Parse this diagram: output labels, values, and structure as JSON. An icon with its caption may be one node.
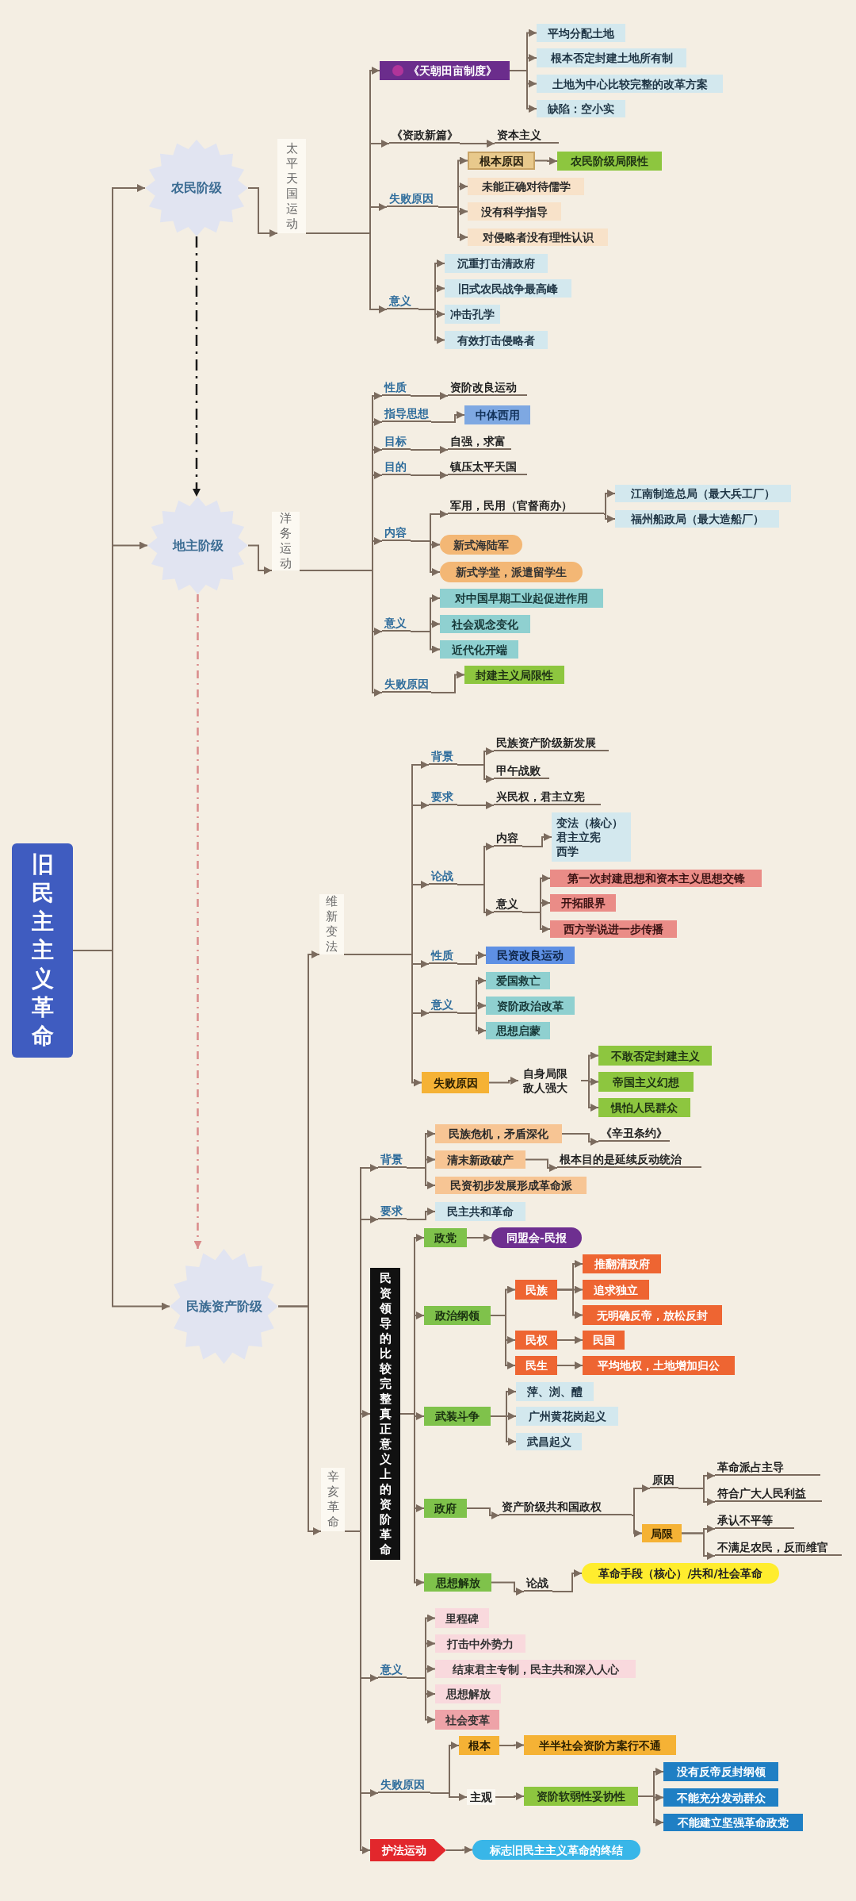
{
  "diagram": {
    "nodes": [
      {
        "text": [
          "旧民主主义革命"
        ]
      },
      {
        "text": [
          "农民阶级"
        ]
      },
      {
        "text": [
          "太平天国运动"
        ]
      },
      {
        "text": [
          "《天朝田亩制度》"
        ]
      },
      {
        "text": [
          "平均分配土地"
        ]
      },
      {
        "text": [
          "根本否定封建土地所有制"
        ]
      },
      {
        "text": [
          "土地为中心比较完整的改革方案"
        ]
      },
      {
        "text": [
          "缺陷：空小实"
        ]
      },
      {
        "text": [
          "《资政新篇》"
        ]
      },
      {
        "text": [
          "资本主义"
        ]
      },
      {
        "text": [
          "失败原因"
        ]
      },
      {
        "text": [
          "根本原因"
        ]
      },
      {
        "text": [
          "农民阶级局限性"
        ]
      },
      {
        "text": [
          "未能正确对待儒学"
        ]
      },
      {
        "text": [
          "没有科学指导"
        ]
      },
      {
        "text": [
          "对侵略者没有理性认识"
        ]
      },
      {
        "text": [
          "意义"
        ]
      },
      {
        "text": [
          "沉重打击清政府"
        ]
      },
      {
        "text": [
          "旧式农民战争最高峰"
        ]
      },
      {
        "text": [
          "冲击孔学"
        ]
      },
      {
        "text": [
          "有效打击侵略者"
        ]
      },
      {
        "text": [
          "地主阶级"
        ]
      },
      {
        "text": [
          "洋务运动"
        ]
      },
      {
        "text": [
          "性质"
        ]
      },
      {
        "text": [
          "资阶改良运动"
        ]
      },
      {
        "text": [
          "指导思想"
        ]
      },
      {
        "text": [
          "中体西用"
        ]
      },
      {
        "text": [
          "目标"
        ]
      },
      {
        "text": [
          "自强，求富"
        ]
      },
      {
        "text": [
          "目的"
        ]
      },
      {
        "text": [
          "镇压太平天国"
        ]
      },
      {
        "text": [
          "内容"
        ]
      },
      {
        "text": [
          "军用，民用（官督商办）"
        ]
      },
      {
        "text": [
          "江南制造总局（最大兵工厂）"
        ]
      },
      {
        "text": [
          "福州船政局（最大造船厂）"
        ]
      },
      {
        "text": [
          "新式海陆军"
        ]
      },
      {
        "text": [
          "新式学堂，派遣留学生"
        ]
      },
      {
        "text": [
          "意义"
        ]
      },
      {
        "text": [
          "对中国早期工业起促进作用"
        ]
      },
      {
        "text": [
          "社会观念变化"
        ]
      },
      {
        "text": [
          "近代化开端"
        ]
      },
      {
        "text": [
          "失败原因"
        ]
      },
      {
        "text": [
          "封建主义局限性"
        ]
      },
      {
        "text": [
          "民族资产阶级"
        ]
      },
      {
        "text": [
          "维新变法"
        ]
      },
      {
        "text": [
          "背景"
        ]
      },
      {
        "text": [
          "民族资产阶级新发展"
        ]
      },
      {
        "text": [
          "甲午战败"
        ]
      },
      {
        "text": [
          "要求"
        ]
      },
      {
        "text": [
          "兴民权，君主立宪"
        ]
      },
      {
        "text": [
          "论战"
        ]
      },
      {
        "text": [
          "内容"
        ]
      },
      {
        "text": [
          "变法（核心）",
          "君主立宪",
          "西学"
        ]
      },
      {
        "text": [
          "意义"
        ]
      },
      {
        "text": [
          "第一次封建思想和资本主义思想交锋"
        ]
      },
      {
        "text": [
          "开拓眼界"
        ]
      },
      {
        "text": [
          "西方学说进一步传播"
        ]
      },
      {
        "text": [
          "性质"
        ]
      },
      {
        "text": [
          "民资改良运动"
        ]
      },
      {
        "text": [
          "意义"
        ]
      },
      {
        "text": [
          "爱国救亡"
        ]
      },
      {
        "text": [
          "资阶政治改革"
        ]
      },
      {
        "text": [
          "思想启蒙"
        ]
      },
      {
        "text": [
          "失败原因"
        ]
      },
      {
        "text": [
          "自身局限",
          "敌人强大"
        ]
      },
      {
        "text": [
          "不敢否定封建主义"
        ]
      },
      {
        "text": [
          "帝国主义幻想"
        ]
      },
      {
        "text": [
          "惧怕人民群众"
        ]
      },
      {
        "text": [
          "辛亥革命"
        ]
      },
      {
        "text": [
          "背景"
        ]
      },
      {
        "text": [
          "民族危机，矛盾深化"
        ]
      },
      {
        "text": [
          "《辛丑条约》"
        ]
      },
      {
        "text": [
          "清末新政破产"
        ]
      },
      {
        "text": [
          "根本目的是延续反动统治"
        ]
      },
      {
        "text": [
          "民资初步发展形成革命派"
        ]
      },
      {
        "text": [
          "要求"
        ]
      },
      {
        "text": [
          "民主共和革命"
        ]
      },
      {
        "text": [
          "民资领导的比较完整真正意义上的资阶革命"
        ]
      },
      {
        "text": [
          "政党"
        ]
      },
      {
        "text": [
          "同盟会-民报"
        ]
      },
      {
        "text": [
          "政治纲领"
        ]
      },
      {
        "text": [
          "民族"
        ]
      },
      {
        "text": [
          "推翻清政府"
        ]
      },
      {
        "text": [
          "追求独立"
        ]
      },
      {
        "text": [
          "无明确反帝，放松反封"
        ]
      },
      {
        "text": [
          "民权"
        ]
      },
      {
        "text": [
          "民国"
        ]
      },
      {
        "text": [
          "民生"
        ]
      },
      {
        "text": [
          "平均地权，土地增加归公"
        ]
      },
      {
        "text": [
          "武装斗争"
        ]
      },
      {
        "text": [
          "萍、浏、醴"
        ]
      },
      {
        "text": [
          "广州黄花岗起义"
        ]
      },
      {
        "text": [
          "武昌起义"
        ]
      },
      {
        "text": [
          "政府"
        ]
      },
      {
        "text": [
          "资产阶级共和国政权"
        ]
      },
      {
        "text": [
          "原因"
        ]
      },
      {
        "text": [
          "革命派占主导"
        ]
      },
      {
        "text": [
          "符合广大人民利益"
        ]
      },
      {
        "text": [
          "局限"
        ]
      },
      {
        "text": [
          "承认不平等"
        ]
      },
      {
        "text": [
          "不满足农民，反而维官"
        ]
      },
      {
        "text": [
          "思想解放"
        ]
      },
      {
        "text": [
          "论战"
        ]
      },
      {
        "text": [
          "革命手段（核心）/共和/社会革命"
        ]
      },
      {
        "text": [
          "意义"
        ]
      },
      {
        "text": [
          "里程碑"
        ]
      },
      {
        "text": [
          "打击中外势力"
        ]
      },
      {
        "text": [
          "结束君主专制，民主共和深入人心"
        ]
      },
      {
        "text": [
          "思想解放"
        ]
      },
      {
        "text": [
          "社会变革"
        ]
      },
      {
        "text": [
          "失败原因"
        ]
      },
      {
        "text": [
          "根本"
        ]
      },
      {
        "text": [
          "半半社会资阶方案行不通"
        ]
      },
      {
        "text": [
          "主观"
        ]
      },
      {
        "text": [
          "资阶软弱性妥协性"
        ]
      },
      {
        "text": [
          "没有反帝反封纲领"
        ]
      },
      {
        "text": [
          "不能充分发动群众"
        ]
      },
      {
        "text": [
          "不能建立坚强革命政党"
        ]
      },
      {
        "text": [
          "护法运动"
        ]
      },
      {
        "text": [
          "标志旧民主主义革命的终结"
        ]
      }
    ],
    "edges": [
      {
        "from": 0,
        "to": 1,
        "arrow": "to"
      },
      {
        "from": 0,
        "to": 21,
        "arrow": "to"
      },
      {
        "from": 0,
        "to": 43,
        "arrow": "to"
      },
      {
        "from": 1,
        "to": 2,
        "arrow": "to"
      },
      {
        "from": 2,
        "to": 3,
        "arrow": "to"
      },
      {
        "from": 2,
        "to": 8,
        "arrow": "to"
      },
      {
        "from": 2,
        "to": 10,
        "arrow": "to"
      },
      {
        "from": 2,
        "to": 16,
        "arrow": "to"
      },
      {
        "from": 3,
        "to": 4,
        "arrow": "to"
      },
      {
        "from": 3,
        "to": 5,
        "arrow": "to"
      },
      {
        "from": 3,
        "to": 6,
        "arrow": "to"
      },
      {
        "from": 3,
        "to": 7,
        "arrow": "to"
      },
      {
        "from": 8,
        "to": 9,
        "arrow": "to"
      },
      {
        "from": 10,
        "to": 11,
        "arrow": "to"
      },
      {
        "from": 10,
        "to": 13,
        "arrow": "to"
      },
      {
        "from": 10,
        "to": 14,
        "arrow": "to"
      },
      {
        "from": 10,
        "to": 15,
        "arrow": "to"
      },
      {
        "from": 11,
        "to": 12,
        "arrow": "to"
      },
      {
        "from": 16,
        "to": 17,
        "arrow": "to"
      },
      {
        "from": 16,
        "to": 18,
        "arrow": "to"
      },
      {
        "from": 16,
        "to": 19,
        "arrow": "to"
      },
      {
        "from": 16,
        "to": 20,
        "arrow": "to"
      },
      {
        "from": 1,
        "to": 21,
        "arrow": "to",
        "style": "dashed",
        "color": "#1a1a1a"
      },
      {
        "from": 21,
        "to": 22,
        "arrow": "to"
      },
      {
        "from": 22,
        "to": 23,
        "arrow": "to"
      },
      {
        "from": 22,
        "to": 25,
        "arrow": "to"
      },
      {
        "from": 22,
        "to": 27,
        "arrow": "to"
      },
      {
        "from": 22,
        "to": 29,
        "arrow": "to"
      },
      {
        "from": 22,
        "to": 31,
        "arrow": "to"
      },
      {
        "from": 22,
        "to": 37,
        "arrow": "to"
      },
      {
        "from": 22,
        "to": 41,
        "arrow": "to"
      },
      {
        "from": 23,
        "to": 24,
        "arrow": "to"
      },
      {
        "from": 25,
        "to": 26,
        "arrow": "to"
      },
      {
        "from": 27,
        "to": 28,
        "arrow": "to"
      },
      {
        "from": 29,
        "to": 30,
        "arrow": "to"
      },
      {
        "from": 31,
        "to": 32,
        "arrow": "to"
      },
      {
        "from": 31,
        "to": 35,
        "arrow": "to"
      },
      {
        "from": 31,
        "to": 36,
        "arrow": "to"
      },
      {
        "from": 32,
        "to": 33,
        "arrow": "to"
      },
      {
        "from": 32,
        "to": 34,
        "arrow": "to"
      },
      {
        "from": 37,
        "to": 38,
        "arrow": "to"
      },
      {
        "from": 37,
        "to": 39,
        "arrow": "to"
      },
      {
        "from": 37,
        "to": 40,
        "arrow": "to"
      },
      {
        "from": 41,
        "to": 42,
        "arrow": "to"
      },
      {
        "from": 21,
        "to": 43,
        "arrow": "to",
        "style": "dashed",
        "color": "#d98a8a"
      },
      {
        "from": 43,
        "to": 44,
        "arrow": "to"
      },
      {
        "from": 43,
        "to": 68,
        "arrow": "to"
      },
      {
        "from": 44,
        "to": 45,
        "arrow": "to"
      },
      {
        "from": 44,
        "to": 48,
        "arrow": "to"
      },
      {
        "from": 44,
        "to": 50,
        "arrow": "to"
      },
      {
        "from": 44,
        "to": 57,
        "arrow": "to"
      },
      {
        "from": 44,
        "to": 59,
        "arrow": "to"
      },
      {
        "from": 44,
        "to": 63,
        "arrow": "to"
      },
      {
        "from": 45,
        "to": 46,
        "arrow": "to"
      },
      {
        "from": 45,
        "to": 47,
        "arrow": "to"
      },
      {
        "from": 48,
        "to": 49,
        "arrow": "to"
      },
      {
        "from": 50,
        "to": 51,
        "arrow": "to"
      },
      {
        "from": 50,
        "to": 53,
        "arrow": "to"
      },
      {
        "from": 51,
        "to": 52,
        "arrow": "to"
      },
      {
        "from": 53,
        "to": 54,
        "arrow": "to"
      },
      {
        "from": 53,
        "to": 55,
        "arrow": "to"
      },
      {
        "from": 53,
        "to": 56,
        "arrow": "to"
      },
      {
        "from": 57,
        "to": 58,
        "arrow": "to"
      },
      {
        "from": 59,
        "to": 60,
        "arrow": "to"
      },
      {
        "from": 59,
        "to": 61,
        "arrow": "to"
      },
      {
        "from": 59,
        "to": 62,
        "arrow": "to"
      },
      {
        "from": 63,
        "to": 64,
        "arrow": "to"
      },
      {
        "from": 64,
        "to": 65,
        "arrow": "to"
      },
      {
        "from": 64,
        "to": 66,
        "arrow": "to"
      },
      {
        "from": 64,
        "to": 67,
        "arrow": "to"
      },
      {
        "from": 68,
        "to": 69,
        "arrow": "to"
      },
      {
        "from": 68,
        "to": 75,
        "arrow": "to"
      },
      {
        "from": 68,
        "to": 77,
        "arrow": "to"
      },
      {
        "from": 68,
        "to": 104,
        "arrow": "to"
      },
      {
        "from": 68,
        "to": 110,
        "arrow": "to"
      },
      {
        "from": 68,
        "to": 118,
        "arrow": "to"
      },
      {
        "from": 69,
        "to": 70,
        "arrow": "to"
      },
      {
        "from": 69,
        "to": 72,
        "arrow": "to"
      },
      {
        "from": 69,
        "to": 74,
        "arrow": "to"
      },
      {
        "from": 70,
        "to": 71,
        "arrow": "to"
      },
      {
        "from": 72,
        "to": 73,
        "arrow": "to"
      },
      {
        "from": 75,
        "to": 76,
        "arrow": "to"
      },
      {
        "from": 77,
        "to": 78,
        "arrow": "to"
      },
      {
        "from": 77,
        "to": 80,
        "arrow": "to"
      },
      {
        "from": 77,
        "to": 89,
        "arrow": "to"
      },
      {
        "from": 77,
        "to": 93,
        "arrow": "to"
      },
      {
        "from": 77,
        "to": 101,
        "arrow": "to"
      },
      {
        "from": 78,
        "to": 79,
        "arrow": "to"
      },
      {
        "from": 80,
        "to": 81,
        "arrow": "to"
      },
      {
        "from": 80,
        "to": 85,
        "arrow": "to"
      },
      {
        "from": 80,
        "to": 87,
        "arrow": "to"
      },
      {
        "from": 81,
        "to": 82,
        "arrow": "to"
      },
      {
        "from": 81,
        "to": 83,
        "arrow": "to"
      },
      {
        "from": 81,
        "to": 84,
        "arrow": "to"
      },
      {
        "from": 85,
        "to": 86,
        "arrow": "to"
      },
      {
        "from": 87,
        "to": 88,
        "arrow": "to"
      },
      {
        "from": 89,
        "to": 90,
        "arrow": "to"
      },
      {
        "from": 89,
        "to": 91,
        "arrow": "to"
      },
      {
        "from": 89,
        "to": 92,
        "arrow": "to"
      },
      {
        "from": 93,
        "to": 94,
        "arrow": "to"
      },
      {
        "from": 94,
        "to": 95,
        "arrow": "to"
      },
      {
        "from": 94,
        "to": 98,
        "arrow": "to"
      },
      {
        "from": 95,
        "to": 96,
        "arrow": "to"
      },
      {
        "from": 95,
        "to": 97,
        "arrow": "to"
      },
      {
        "from": 98,
        "to": 99,
        "arrow": "to"
      },
      {
        "from": 98,
        "to": 100,
        "arrow": "to"
      },
      {
        "from": 101,
        "to": 102,
        "arrow": "to"
      },
      {
        "from": 102,
        "to": 103,
        "arrow": "to"
      },
      {
        "from": 104,
        "to": 105,
        "arrow": "to"
      },
      {
        "from": 104,
        "to": 106,
        "arrow": "to"
      },
      {
        "from": 104,
        "to": 107,
        "arrow": "to"
      },
      {
        "from": 104,
        "to": 108,
        "arrow": "to"
      },
      {
        "from": 104,
        "to": 109,
        "arrow": "to"
      },
      {
        "from": 110,
        "to": 111,
        "arrow": "to"
      },
      {
        "from": 110,
        "to": 113,
        "arrow": "to"
      },
      {
        "from": 111,
        "to": 112,
        "arrow": "to"
      },
      {
        "from": 113,
        "to": 114,
        "arrow": "to"
      },
      {
        "from": 114,
        "to": 115,
        "arrow": "to"
      },
      {
        "from": 114,
        "to": 116,
        "arrow": "to"
      },
      {
        "from": 114,
        "to": 117,
        "arrow": "to"
      },
      {
        "from": 118,
        "to": 119,
        "arrow": "to"
      }
    ]
  }
}
